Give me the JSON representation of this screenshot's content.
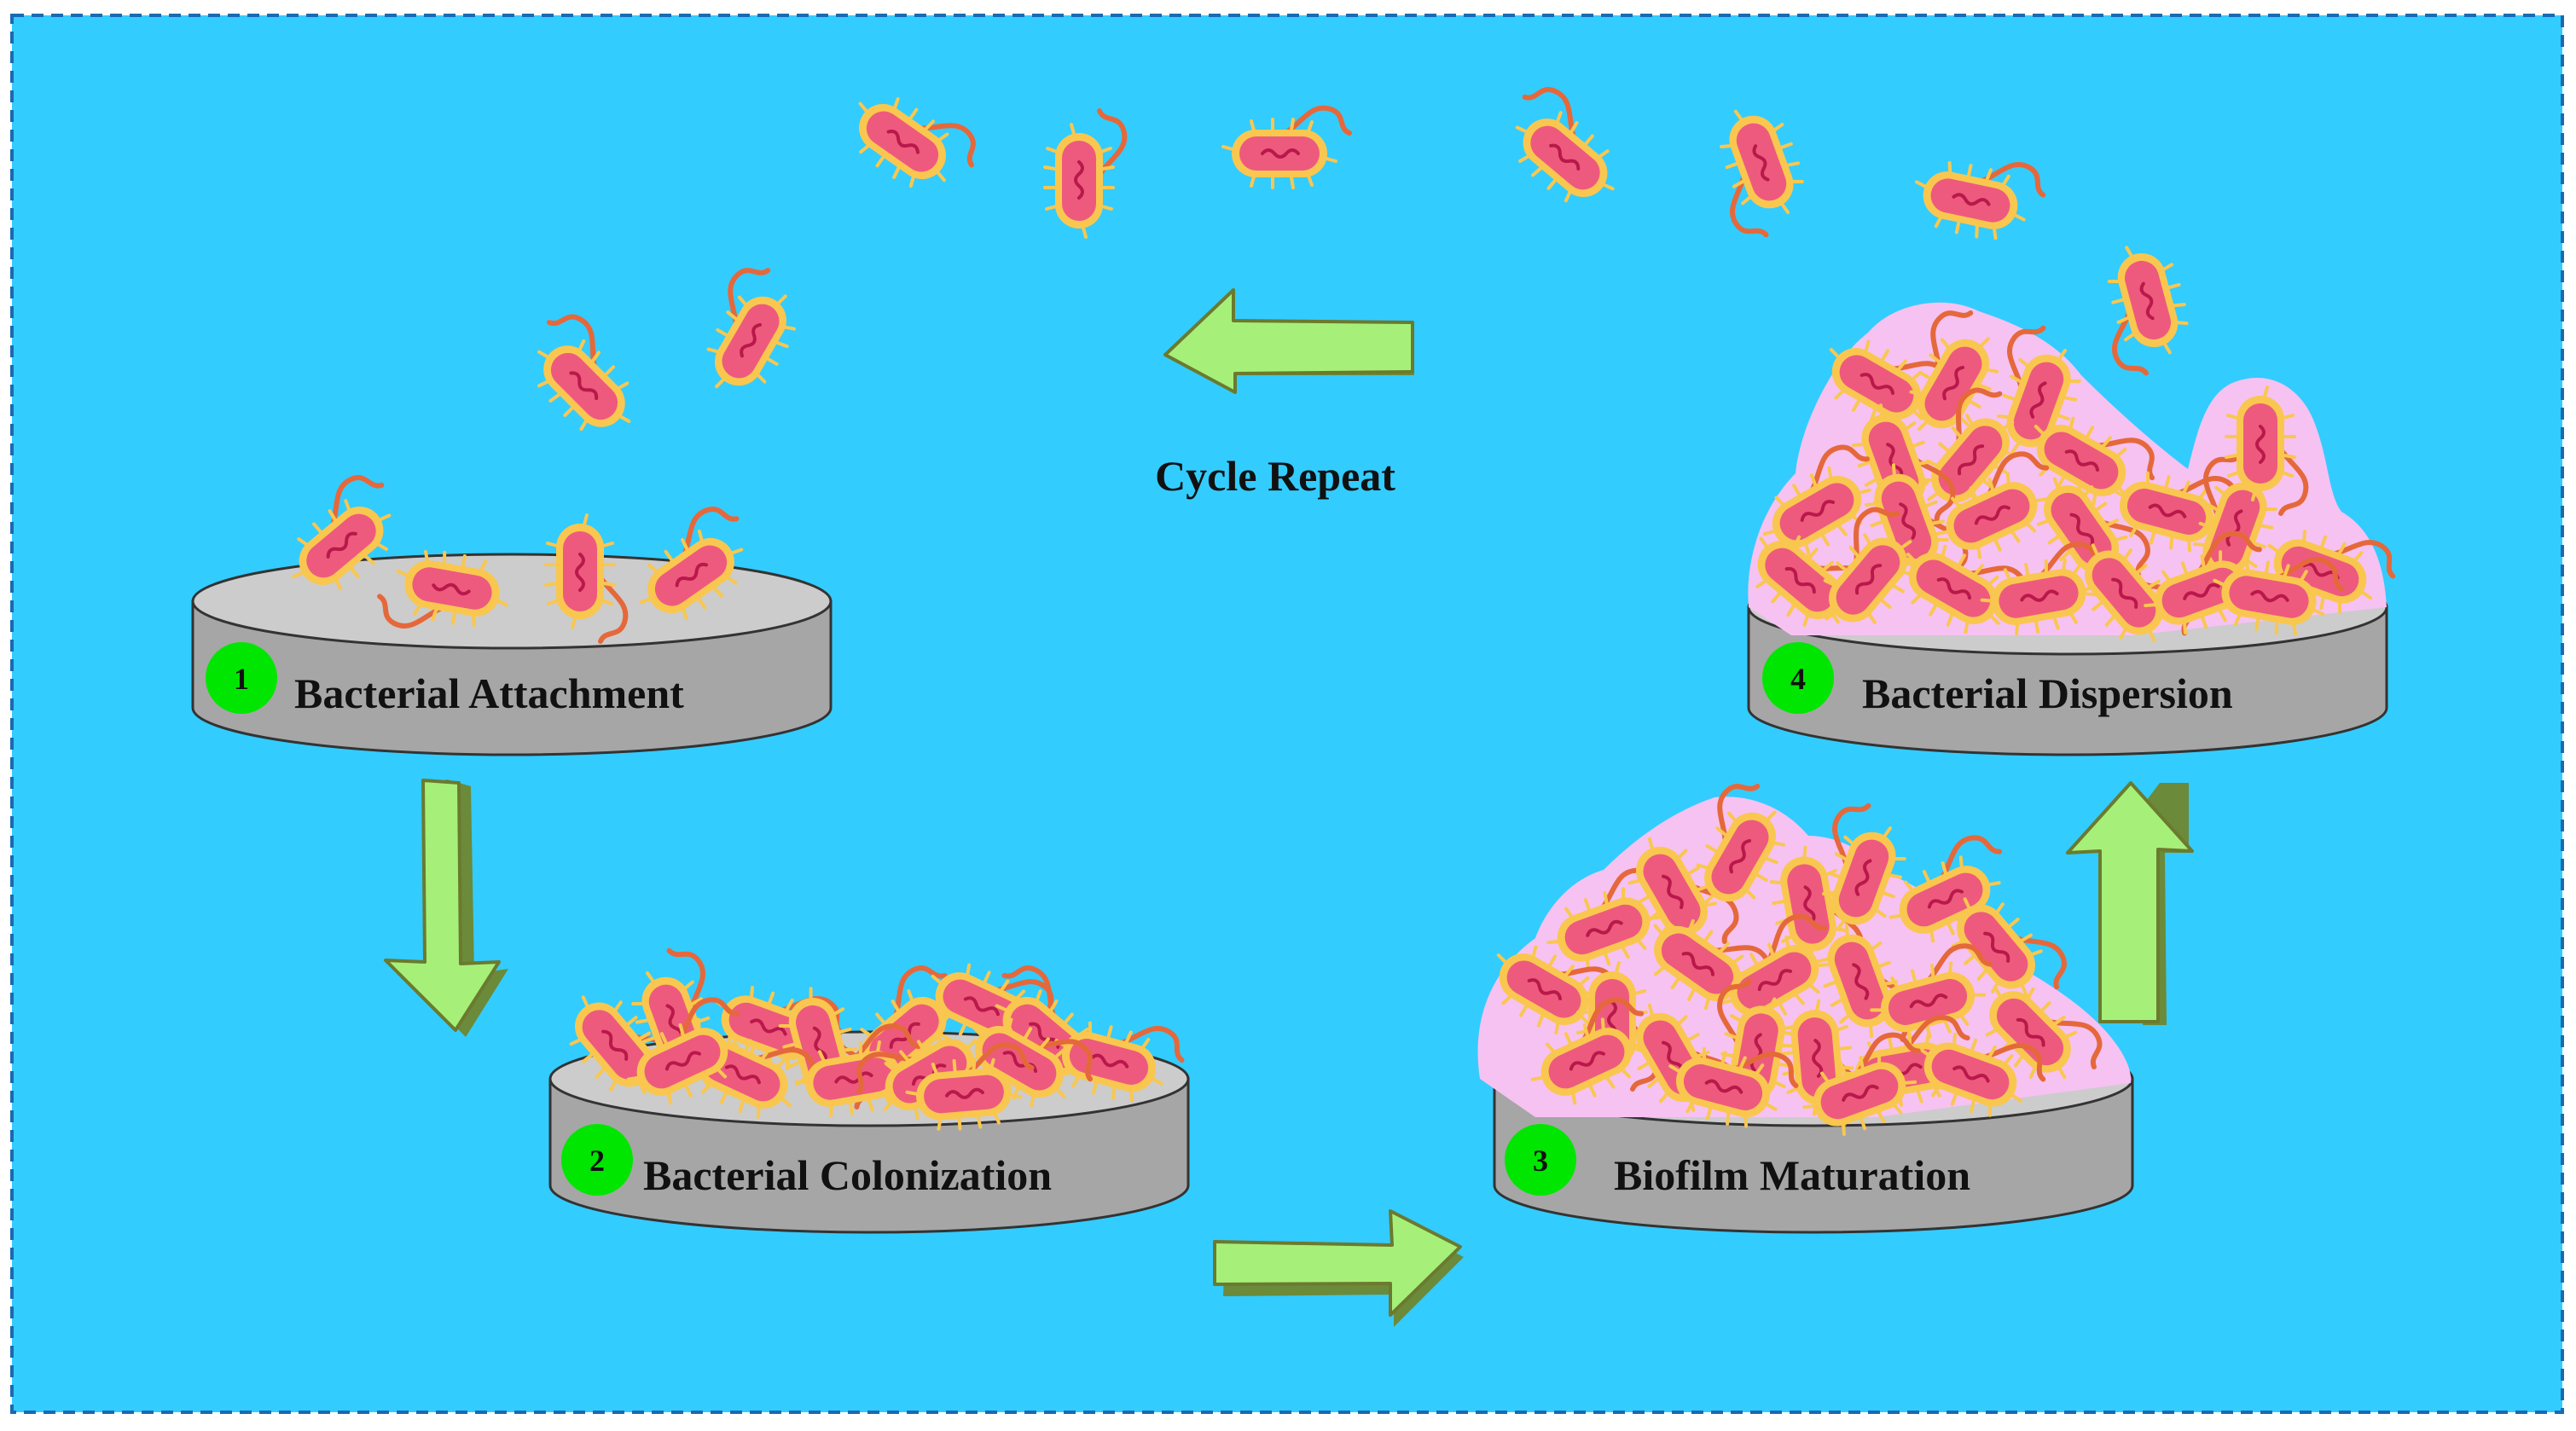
{
  "diagram": {
    "cycle_label": "Cycle Repeat",
    "stages": [
      {
        "number": "1",
        "label": "Bacterial Attachment"
      },
      {
        "number": "2",
        "label": "Bacterial Colonization"
      },
      {
        "number": "3",
        "label": "Biofilm Maturation"
      },
      {
        "number": "4",
        "label": "Bacterial Dispersion"
      }
    ]
  },
  "colors": {
    "background": "#33CCFF",
    "border": "#1A6AB0",
    "disc_top": "#CCCCCC",
    "disc_side": "#A6A6A6",
    "disc_stroke": "#333333",
    "badge": "#00E600",
    "arrow_fill": "#A6F07A",
    "arrow_stroke": "#6B7A2E",
    "biofilm": "#F6C2F2",
    "bacterium_body": "#EE5A7E",
    "bacterium_rim": "#F9C74F",
    "bacterium_flagellum": "#E5683B",
    "bacterium_squiggle": "#B8194A"
  }
}
